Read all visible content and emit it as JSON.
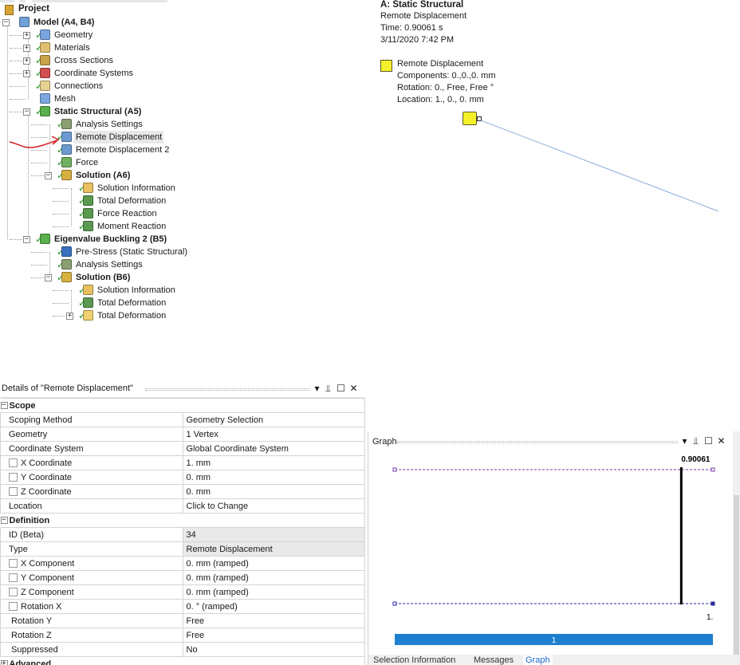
{
  "tree": {
    "project_label": "Project",
    "items": [
      {
        "label": "Model (A4, B4)",
        "bold": true,
        "depth": 1,
        "expander": "-",
        "check": false,
        "icon": "model-icon",
        "color": "#6fa0d8"
      },
      {
        "label": "Geometry",
        "bold": false,
        "depth": 2,
        "expander": "+",
        "check": true,
        "icon": "geometry-icon",
        "color": "#7aa6e0"
      },
      {
        "label": "Materials",
        "bold": false,
        "depth": 2,
        "expander": "+",
        "check": true,
        "icon": "materials-icon",
        "color": "#e0c070"
      },
      {
        "label": "Cross Sections",
        "bold": false,
        "depth": 2,
        "expander": "+",
        "check": true,
        "icon": "cross-sections-icon",
        "color": "#c9a24a"
      },
      {
        "label": "Coordinate Systems",
        "bold": false,
        "depth": 2,
        "expander": "+",
        "check": true,
        "icon": "coordinate-systems-icon",
        "color": "#d05050"
      },
      {
        "label": "Connections",
        "bold": false,
        "depth": 2,
        "expander": "",
        "check": true,
        "icon": "connections-icon",
        "color": "#e8d090"
      },
      {
        "label": "Mesh",
        "bold": false,
        "depth": 2,
        "expander": "",
        "check": false,
        "icon": "mesh-icon",
        "color": "#7aa6e0"
      },
      {
        "label": "Static Structural (A5)",
        "bold": true,
        "depth": 2,
        "expander": "-",
        "check": true,
        "icon": "static-structural-icon",
        "color": "#5ab04a"
      },
      {
        "label": "Analysis Settings",
        "bold": false,
        "depth": 3,
        "expander": "",
        "check": true,
        "icon": "analysis-settings-icon",
        "color": "#8aa070"
      },
      {
        "label": "Remote Displacement",
        "bold": false,
        "depth": 3,
        "expander": "",
        "check": true,
        "icon": "remote-displacement-icon",
        "color": "#6a9ad0",
        "selected": true
      },
      {
        "label": "Remote Displacement 2",
        "bold": false,
        "depth": 3,
        "expander": "",
        "check": true,
        "icon": "remote-displacement-2-icon",
        "color": "#6a9ad0"
      },
      {
        "label": "Force",
        "bold": false,
        "depth": 3,
        "expander": "",
        "check": true,
        "icon": "force-icon",
        "color": "#70b060"
      },
      {
        "label": "Solution (A6)",
        "bold": true,
        "depth": 3,
        "expander": "-",
        "check": true,
        "icon": "solution-icon",
        "color": "#d8b040"
      },
      {
        "label": "Solution Information",
        "bold": false,
        "depth": 4,
        "expander": "",
        "check": true,
        "icon": "solution-information-icon",
        "color": "#e8c060"
      },
      {
        "label": "Total Deformation",
        "bold": false,
        "depth": 4,
        "expander": "",
        "check": true,
        "icon": "total-deformation-icon",
        "color": "#5a9a50"
      },
      {
        "label": "Force Reaction",
        "bold": false,
        "depth": 4,
        "expander": "",
        "check": true,
        "icon": "force-reaction-icon",
        "color": "#5a9a50"
      },
      {
        "label": "Moment Reaction",
        "bold": false,
        "depth": 4,
        "expander": "",
        "check": true,
        "icon": "moment-reaction-icon",
        "color": "#5a9a50"
      },
      {
        "label": "Eigenvalue Buckling 2 (B5)",
        "bold": true,
        "depth": 2,
        "expander": "-",
        "check": true,
        "icon": "eigenvalue-buckling-icon",
        "color": "#5ab04a"
      },
      {
        "label": "Pre-Stress (Static Structural)",
        "bold": false,
        "depth": 3,
        "expander": "",
        "check": true,
        "icon": "pre-stress-icon",
        "color": "#3a70c0"
      },
      {
        "label": "Analysis Settings",
        "bold": false,
        "depth": 3,
        "expander": "",
        "check": true,
        "icon": "analysis-settings-icon",
        "color": "#8aa070"
      },
      {
        "label": "Solution (B6)",
        "bold": true,
        "depth": 3,
        "expander": "-",
        "check": true,
        "icon": "solution-icon",
        "color": "#d8b040"
      },
      {
        "label": "Solution Information",
        "bold": false,
        "depth": 4,
        "expander": "",
        "check": true,
        "icon": "solution-information-icon",
        "color": "#e8c060"
      },
      {
        "label": "Total Deformation",
        "bold": false,
        "depth": 4,
        "expander": "",
        "check": true,
        "icon": "total-deformation-icon",
        "color": "#5a9a50"
      },
      {
        "label": "Total Deformation",
        "bold": false,
        "depth": 4,
        "expander": "+",
        "check": true,
        "icon": "folder-icon",
        "color": "#f0d070"
      }
    ]
  },
  "viewport": {
    "title": "A: Static Structural",
    "lines": [
      "Remote Displacement",
      "Time: 0.90061 s",
      "3/11/2020 7:42 PM"
    ],
    "legend": {
      "color": "#f5f02a",
      "lines": [
        "Remote Displacement",
        "Components: 0.,0.,0. mm",
        "Rotation: 0., Free, Free °",
        "Location: 1., 0., 0. mm"
      ]
    }
  },
  "details": {
    "title": "Details of \"Remote Displacement\"",
    "pin_label": "▾ ⫫ ☐ ✕",
    "groups": [
      {
        "name": "Scope",
        "rows": [
          {
            "key": "Scoping Method",
            "value": "Geometry Selection",
            "checkbox": false
          },
          {
            "key": "Geometry",
            "value": "1 Vertex",
            "checkbox": false
          },
          {
            "key": "Coordinate System",
            "value": "Global Coordinate System",
            "checkbox": false
          },
          {
            "key": "X Coordinate",
            "value": "1. mm",
            "checkbox": true
          },
          {
            "key": "Y Coordinate",
            "value": "0. mm",
            "checkbox": true
          },
          {
            "key": "Z Coordinate",
            "value": "0. mm",
            "checkbox": true
          },
          {
            "key": "Location",
            "value": "Click to Change",
            "checkbox": false
          }
        ]
      },
      {
        "name": "Definition",
        "rows": [
          {
            "key": "ID (Beta)",
            "value": "34",
            "checkbox": false,
            "shaded": true
          },
          {
            "key": "Type",
            "value": "Remote Displacement",
            "checkbox": false,
            "shaded": true
          },
          {
            "key": "X Component",
            "value": "0. mm  (ramped)",
            "checkbox": true
          },
          {
            "key": "Y Component",
            "value": "0. mm  (ramped)",
            "checkbox": true
          },
          {
            "key": "Z Component",
            "value": "0. mm  (ramped)",
            "checkbox": true
          },
          {
            "key": "Rotation X",
            "value": "0. °  (ramped)",
            "checkbox": true
          },
          {
            "key": "Rotation Y",
            "value": "Free",
            "checkbox": false
          },
          {
            "key": "Rotation Z",
            "value": "Free",
            "checkbox": false
          },
          {
            "key": "Suppressed",
            "value": "No",
            "checkbox": false
          }
        ]
      },
      {
        "name": "Advanced",
        "rows": []
      }
    ]
  },
  "graph": {
    "title": "Graph",
    "time_label": "0.90061",
    "end_label": "1.",
    "step_label": "1",
    "step_bar_color": "#1e7fd0",
    "time_fraction": 0.90061,
    "tabs": [
      "Selection Information",
      "Messages",
      "Graph"
    ],
    "active_tab": "Graph"
  }
}
